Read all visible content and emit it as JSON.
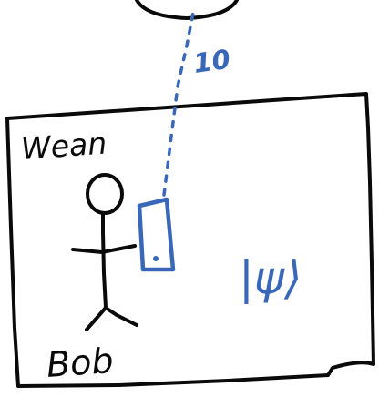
{
  "room": {
    "label": "Wean"
  },
  "person": {
    "label": "Bob"
  },
  "link": {
    "label": "10"
  },
  "state": {
    "label": "|ψ⟩"
  },
  "colors": {
    "ink": "#0a0a0a",
    "accent_blue": "#3a68b8",
    "background": "#ffffff"
  }
}
